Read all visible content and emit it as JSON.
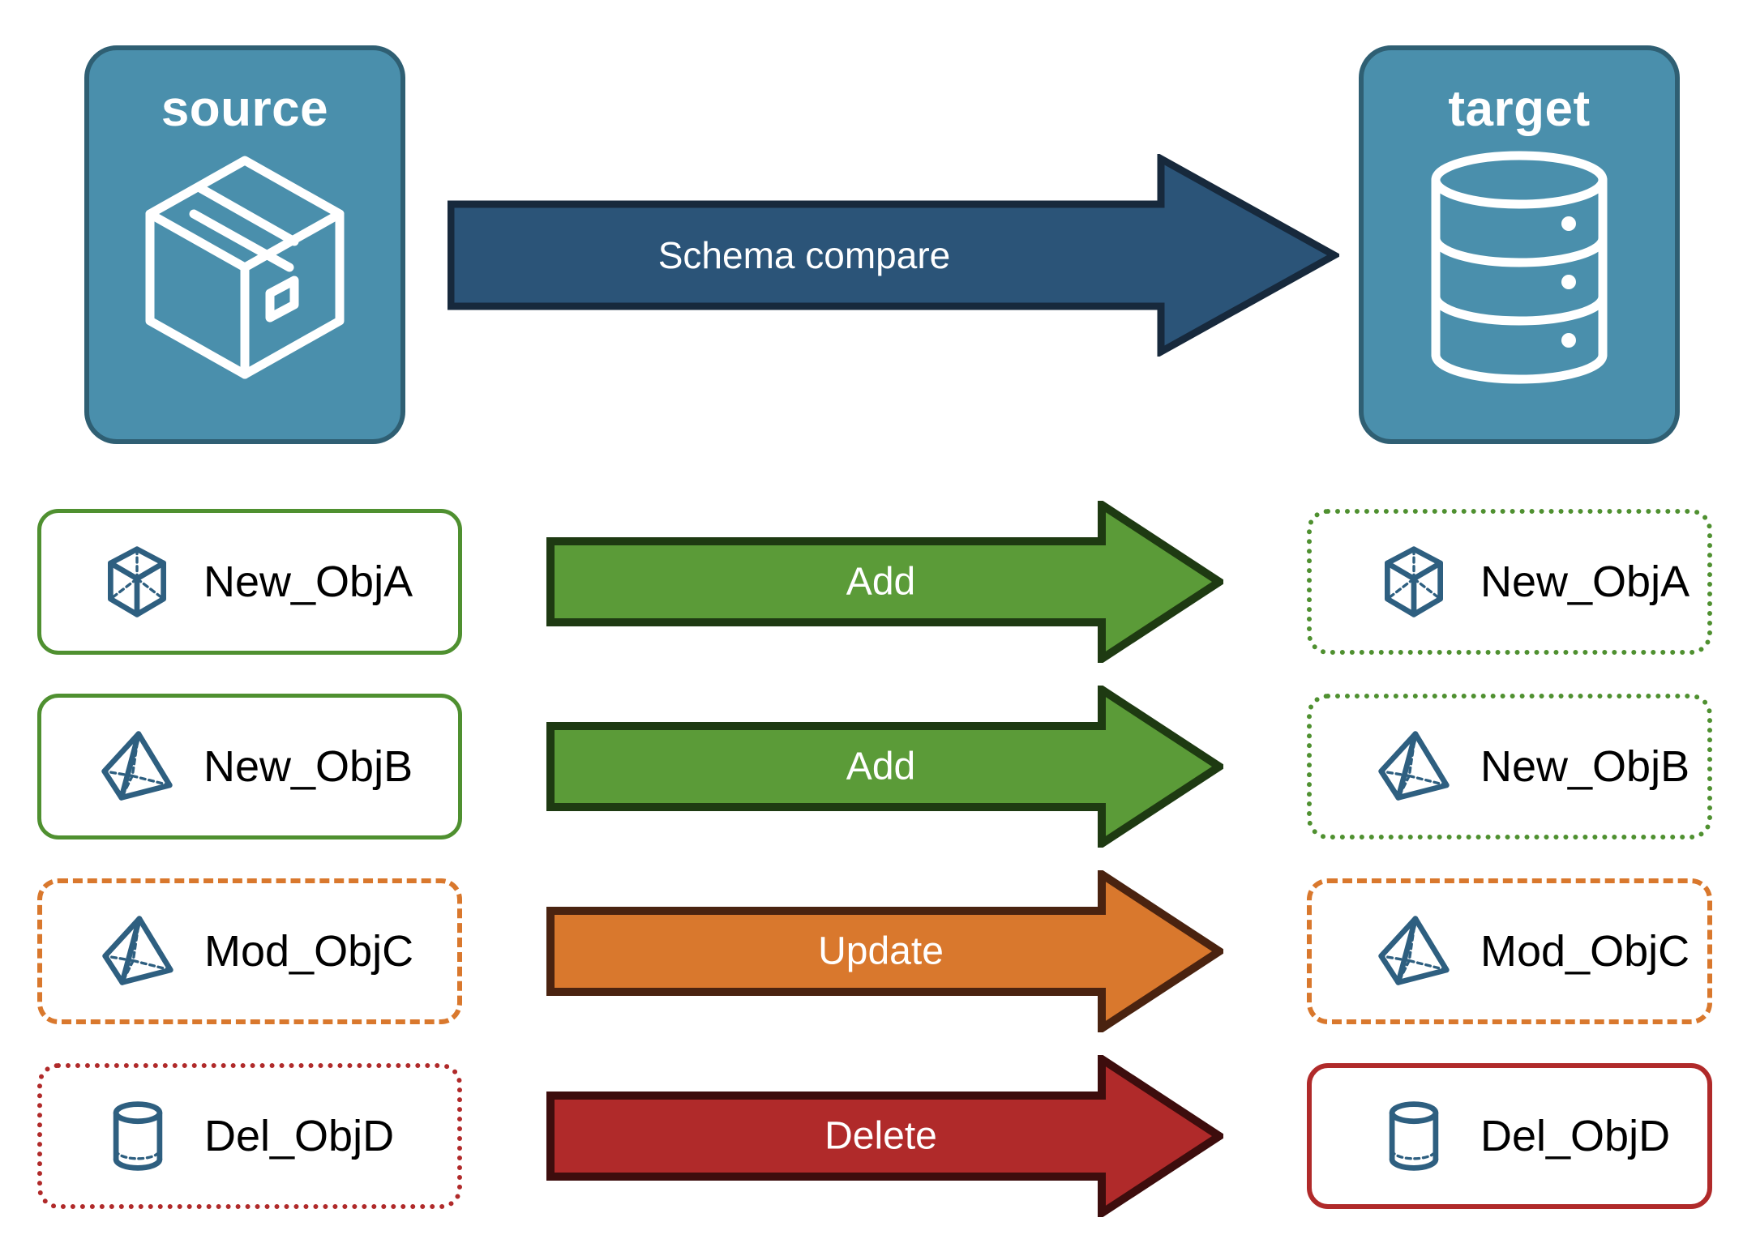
{
  "diagram": {
    "title": "Schema compare",
    "colors": {
      "endpoint_fill": "#4a8fac",
      "endpoint_stroke": "#2f5f73",
      "compare_fill": "#2b5478",
      "compare_stroke": "#17293c",
      "add_fill": "#5b9b38",
      "add_stroke": "#1e3a12",
      "update_fill": "#d9782d",
      "update_stroke": "#4a2310",
      "delete_fill": "#b02a2a",
      "delete_stroke": "#3d0d0d",
      "object_icon": "#2e5f80",
      "green": "#4f9030",
      "orange": "#d9782d",
      "red": "#b02a2a"
    }
  },
  "endpoints": {
    "source": {
      "title": "source",
      "icon": "package-box-icon"
    },
    "target": {
      "title": "target",
      "icon": "database-cylinder-icon"
    }
  },
  "compare": {
    "label": "Schema compare",
    "icon": "right-arrow-icon"
  },
  "rows": [
    {
      "action": "Add",
      "action_icon": "right-arrow-icon",
      "arrow_fill": "#5b9b38",
      "arrow_stroke": "#1e3a12",
      "source": {
        "label": "New_ObjA",
        "icon": "wireframe-cube-icon",
        "border_style": "solid",
        "border_color": "#4f9030"
      },
      "target": {
        "label": "New_ObjA",
        "icon": "wireframe-cube-icon",
        "border_style": "dotted",
        "border_color": "#4f9030"
      }
    },
    {
      "action": "Add",
      "action_icon": "right-arrow-icon",
      "arrow_fill": "#5b9b38",
      "arrow_stroke": "#1e3a12",
      "source": {
        "label": "New_ObjB",
        "icon": "wireframe-pyramid-icon",
        "border_style": "solid",
        "border_color": "#4f9030"
      },
      "target": {
        "label": "New_ObjB",
        "icon": "wireframe-pyramid-icon",
        "border_style": "dotted",
        "border_color": "#4f9030"
      }
    },
    {
      "action": "Update",
      "action_icon": "right-arrow-icon",
      "arrow_fill": "#d9782d",
      "arrow_stroke": "#4a2310",
      "source": {
        "label": "Mod_ObjC",
        "icon": "wireframe-pyramid-icon",
        "border_style": "dashed",
        "border_color": "#d9782d"
      },
      "target": {
        "label": "Mod_ObjC",
        "icon": "wireframe-pyramid-icon",
        "border_style": "dashed",
        "border_color": "#d9782d"
      }
    },
    {
      "action": "Delete",
      "action_icon": "right-arrow-icon",
      "arrow_fill": "#b02a2a",
      "arrow_stroke": "#3d0d0d",
      "source": {
        "label": "Del_ObjD",
        "icon": "wireframe-cylinder-icon",
        "border_style": "dotted",
        "border_color": "#b02a2a"
      },
      "target": {
        "label": "Del_ObjD",
        "icon": "wireframe-cylinder-icon",
        "border_style": "solid",
        "border_color": "#b02a2a"
      }
    }
  ]
}
